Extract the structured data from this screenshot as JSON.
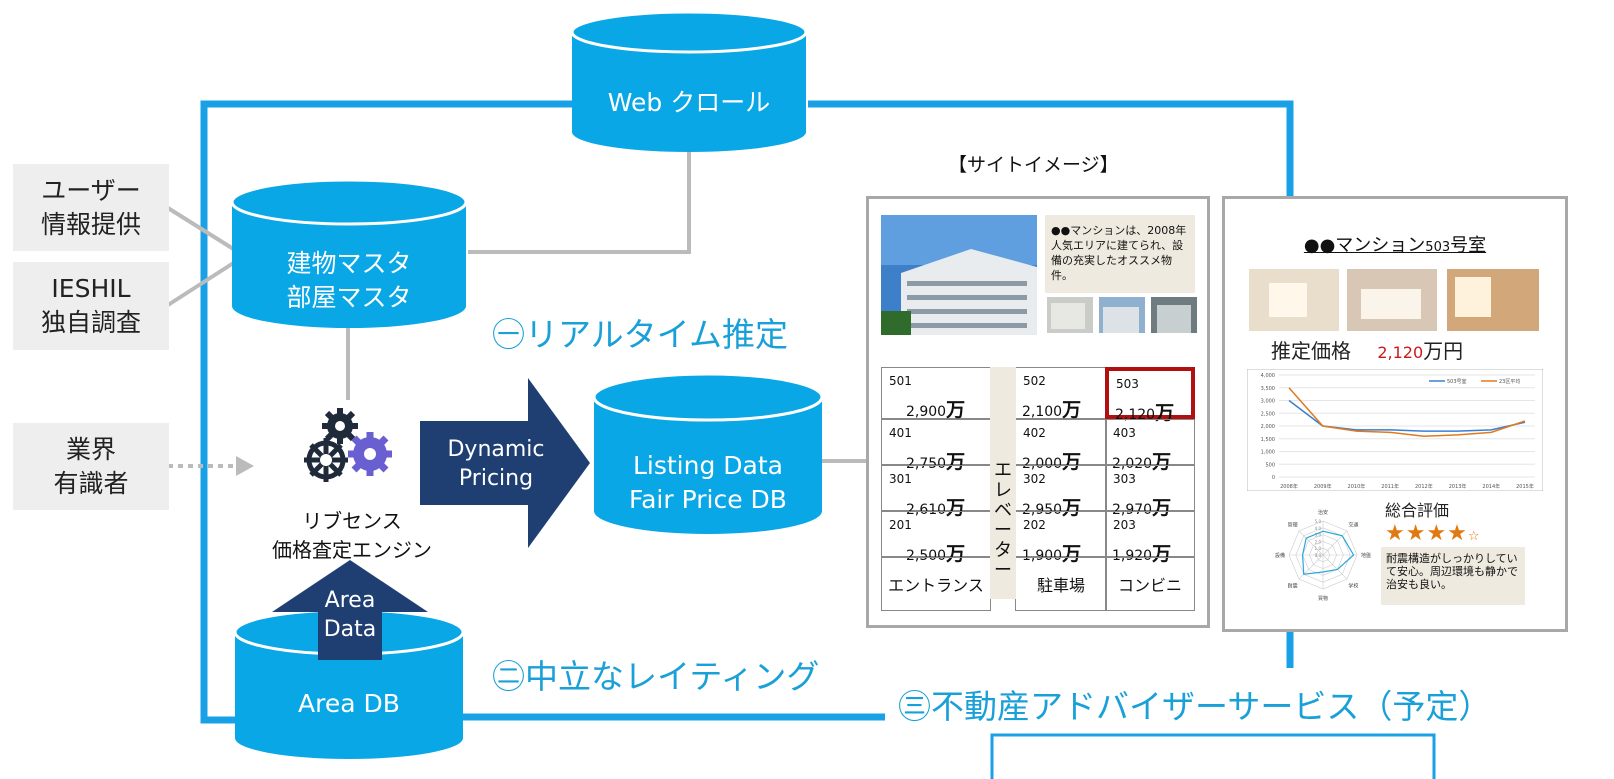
{
  "left_sources": {
    "user_info": "ユーザー\n情報提供",
    "ieshil": "IESHIL\n独自調査",
    "experts": "業界\n有識者"
  },
  "databases": {
    "web_crawl": "Web クロール",
    "building_master": "建物マスタ\n部屋マスタ",
    "listing": "Listing Data\nFair Price DB",
    "area_db": "Area DB"
  },
  "engine": {
    "label": "リブセンス\n価格査定エンジン",
    "icon": "gears-icon"
  },
  "arrows": {
    "dynamic_pricing": "Dynamic\nPricing",
    "area_data": "Area\nData"
  },
  "captions": {
    "realtime": "㊀リアルタイム推定",
    "rating": "㊁中立なレイティング",
    "advisor": "㊂不動産アドバイザーサービス（予定）"
  },
  "site_image": {
    "title": "【サイトイメージ】",
    "description": "●●マンションは、2008年人気エリアに建てられ、設備の充実したオススメ物件。",
    "elevator": "エレベーター",
    "unit": "万",
    "rooms": [
      {
        "no": "501",
        "price": "2,900"
      },
      {
        "no": "502",
        "price": "2,100"
      },
      {
        "no": "503",
        "price": "2,120"
      },
      {
        "no": "401",
        "price": "2,750"
      },
      {
        "no": "402",
        "price": "2,000"
      },
      {
        "no": "403",
        "price": "2,020"
      },
      {
        "no": "301",
        "price": "2,610"
      },
      {
        "no": "302",
        "price": "2,950"
      },
      {
        "no": "303",
        "price": "2,970"
      },
      {
        "no": "201",
        "price": "2,500"
      },
      {
        "no": "202",
        "price": "1,900"
      },
      {
        "no": "203",
        "price": "1,920"
      }
    ],
    "bottom_row": [
      "エントランス",
      "駐車場",
      "コンビニ"
    ],
    "highlight_color": "#b01010"
  },
  "room_detail": {
    "title_prefix": "●●マンション",
    "title_num": "503",
    "title_suffix": "号室",
    "price_label": "推定価格",
    "price_value": "2,120",
    "price_unit": "万円",
    "rating_label": "総合評価",
    "stars": "★★★★",
    "half_star": "☆",
    "rating_value": 4.5,
    "comment": "耐震構造がしっかりしていて安心。周辺環境も静かで治安も良い。",
    "radar_axes": [
      "治安",
      "交通",
      "地盤",
      "学校",
      "買物",
      "耐震",
      "設備",
      "管理"
    ],
    "radar_ticks": [
      "5.0",
      "4.0",
      "3.0",
      "2.0",
      "1.0",
      "0.0"
    ]
  },
  "chart_data": {
    "type": "line",
    "x": [
      "2008年",
      "2009年",
      "2010年",
      "2011年",
      "2012年",
      "2013年",
      "2014年",
      "2015年"
    ],
    "series": [
      {
        "name": "503号室",
        "values": [
          3000,
          2000,
          1850,
          1850,
          1800,
          1800,
          1850,
          2150
        ],
        "color": "#3a7fd0"
      },
      {
        "name": "23区平均",
        "values": [
          3500,
          2000,
          1800,
          1750,
          1600,
          1650,
          1750,
          2200
        ],
        "color": "#e07a20"
      }
    ],
    "yticks": [
      "4,000",
      "3,500",
      "3,000",
      "2,500",
      "2,000",
      "1,500",
      "1,000",
      "500",
      "0"
    ],
    "ylim": [
      0,
      4000
    ]
  },
  "colors": {
    "cyan": "#0aa7e6",
    "navy": "#1f3f73",
    "line_blue": "#19a0e6",
    "caption_blue": "#1aa0d8"
  }
}
